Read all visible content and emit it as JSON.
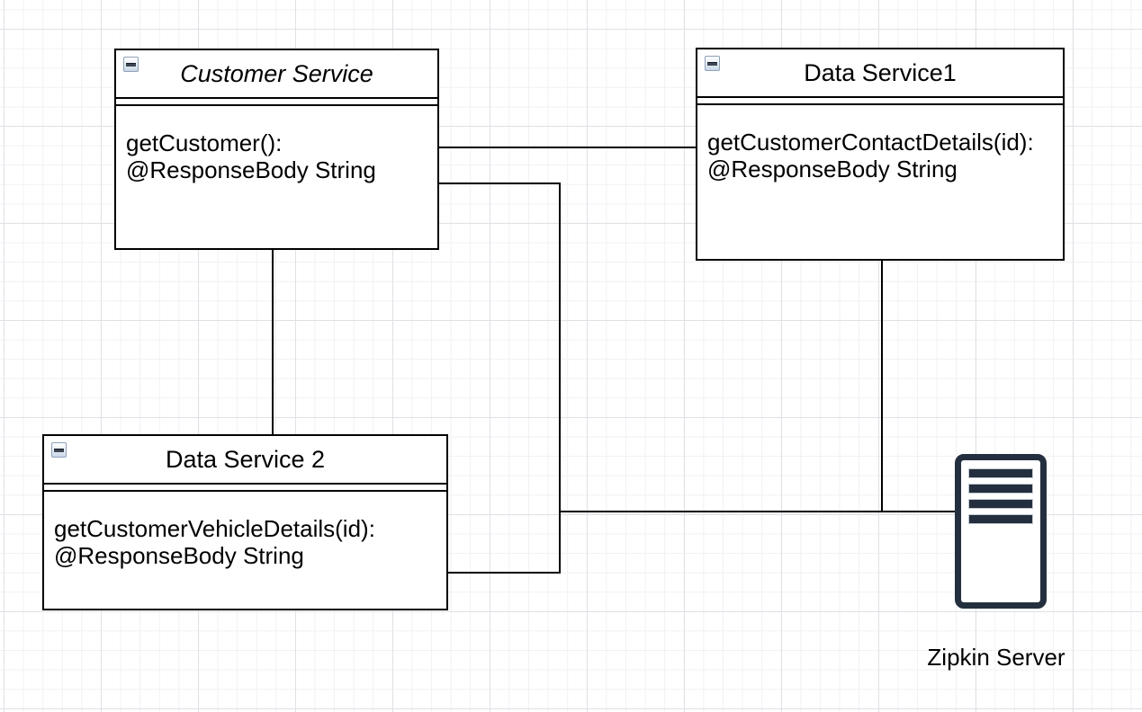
{
  "diagram": {
    "nodes": [
      {
        "title": "Customer Service",
        "title_style": "italic",
        "collapse_icon": "minus-icon",
        "methods": [
          "getCustomer():",
          "@ResponseBody String"
        ]
      },
      {
        "title": "Data Service1",
        "collapse_icon": "minus-icon",
        "methods": [
          "getCustomerContactDetails(id):",
          "@ResponseBody String"
        ]
      },
      {
        "title": "Data Service 2",
        "collapse_icon": "minus-icon",
        "methods": [
          "getCustomerVehicleDetails(id):",
          "@ResponseBody String"
        ]
      },
      {
        "title": "Zipkin Server",
        "icon": "server-icon"
      }
    ],
    "connectors": [
      {
        "from": "Customer Service",
        "to": "Data Service1"
      },
      {
        "from": "Customer Service",
        "to": "Data Service 2"
      },
      {
        "from": "Customer Service",
        "to": "Zipkin Server"
      },
      {
        "from": "Data Service1",
        "to": "Zipkin Server"
      },
      {
        "from": "Data Service 2",
        "to": "Zipkin Server"
      }
    ],
    "colors": {
      "node_border": "#000000",
      "node_fill": "#ffffff",
      "connector": "#000000",
      "server_icon": "#232f3e",
      "canvas_background": "#ffffff",
      "grid_minor": "#f0f1f4",
      "grid_major": "#e0e1e6"
    }
  }
}
